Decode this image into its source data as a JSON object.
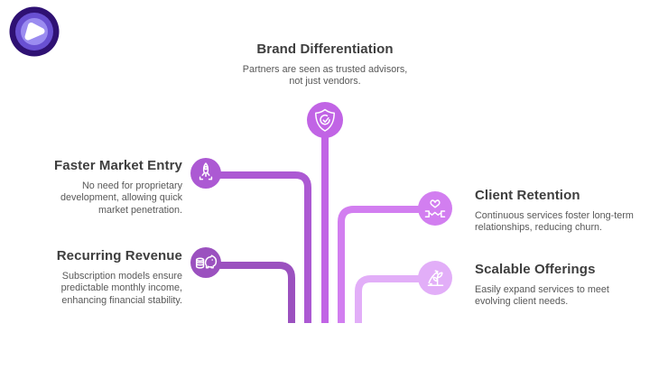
{
  "logo": {
    "colors": {
      "outer": "#2f1173",
      "mid": "#6950d2",
      "inner": "#9b8cf0",
      "core": "#ffffff"
    }
  },
  "palette": {
    "title_text": "#3e3e3e",
    "body_text": "#585858",
    "background": "#ffffff"
  },
  "items": [
    {
      "title": "Brand Differentiation",
      "description": "Partners are seen as trusted advisors, not just vendors.",
      "color": "#c164e5",
      "icon": "shield-check-icon"
    },
    {
      "title": "Faster Market Entry",
      "description": "No need for proprietary development, allowing quick market penetration.",
      "color": "#ac59d3",
      "icon": "rocket-launch-icon"
    },
    {
      "title": "Recurring Revenue",
      "description": "Subscription models ensure predictable monthly income, enhancing financial stability.",
      "color": "#9b51bf",
      "icon": "piggy-bank-icon"
    },
    {
      "title": "Client Retention",
      "description": "Continuous services foster long-term relationships, reducing churn.",
      "color": "#d27ef0",
      "icon": "handshake-heart-icon"
    },
    {
      "title": "Scalable Offerings",
      "description": "Easily expand services to meet evolving client needs.",
      "color": "#e2aef8",
      "icon": "plant-growth-icon"
    }
  ]
}
